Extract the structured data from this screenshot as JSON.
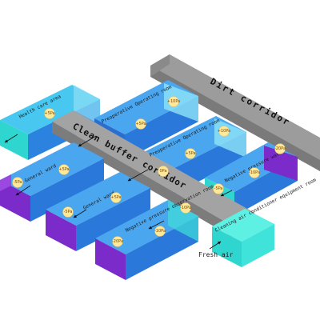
{
  "labels": {
    "dirt_corridor": "Dirt corridor",
    "clean_corridor": "Clean buffer corridor",
    "health_care_area": "Health care area",
    "preop_room_1": "Preoperative Operating room",
    "preop_room_2": "Preoperative Operating room",
    "general_ward_1": "General ward",
    "general_ward_2": "General ward",
    "neg_pressure_obs": "Negative pressure observation room",
    "neg_pressure_ward": "Negative pressure ward",
    "cleaning_ac_room": "Cleaning air conditioner equipment room",
    "fresh_air": "Fresh air"
  },
  "pressures": {
    "health_care": "+5Pa",
    "preop_1": "+5Pa",
    "operating_1": "+10Pa",
    "preop_2": "+5Pa",
    "operating_2": "+10Pa",
    "corridor_center": "0Pa",
    "ward_1_a": "-5Pa",
    "ward_1_b": "+5Pa",
    "ward_2_a": "-5Pa",
    "ward_2_b": "+5Pa",
    "neg_obs_a": "-20Pa",
    "neg_obs_b": "-10Pa",
    "neg_obs_c": "-10Pa",
    "neg_ward_a": "-5Pa",
    "neg_ward_b": "-10Pa",
    "neg_ward_c": "-20Pa"
  },
  "colors": {
    "blue": "#2e7fe6",
    "cyan": "#3fe0d8",
    "light_blue": "#6fc8f0",
    "purple": "#7a2bc9",
    "corridor": "#a9a9a9",
    "badge": "#ffe89a"
  }
}
